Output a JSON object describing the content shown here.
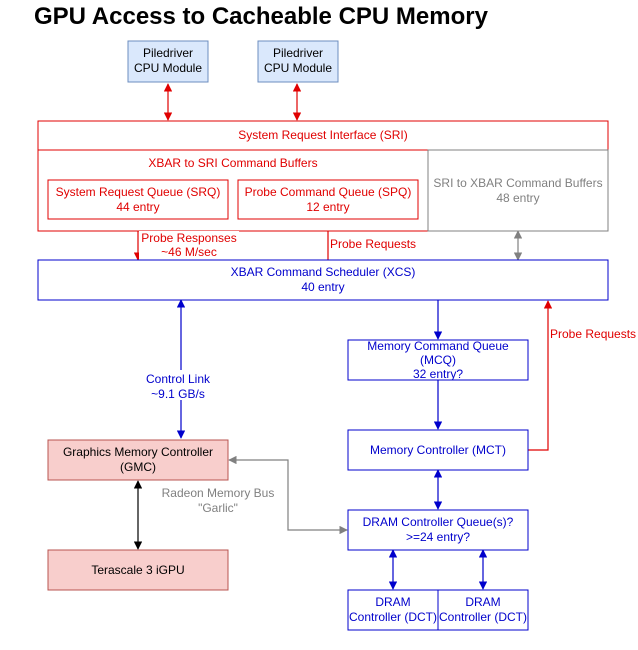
{
  "title": "GPU Access to Cacheable CPU Memory",
  "colors": {
    "red": "#e00000",
    "blue": "#0000cc",
    "gray": "#808080",
    "cpu_fill": "#dae8fc",
    "cpu_stroke": "#6c8ebf",
    "gpu_fill": "#f8cecc",
    "gpu_stroke": "#b85450"
  },
  "nodes": {
    "cpu1": [
      "Piledriver",
      "CPU Module"
    ],
    "cpu2": [
      "Piledriver",
      "CPU Module"
    ],
    "sri": [
      "System Request Interface (SRI)"
    ],
    "xbar_to_sri": [
      "XBAR to SRI Command Buffers"
    ],
    "srq": [
      "System Request Queue (SRQ)",
      "44 entry"
    ],
    "spq": [
      "Probe Command Queue (SPQ)",
      "12 entry"
    ],
    "sri_to_xbar": [
      "SRI to XBAR Command Buffers",
      "48 entry"
    ],
    "xcs": [
      "XBAR Command Scheduler (XCS)",
      "40 entry"
    ],
    "mcq": [
      "Memory Command Queue",
      "(MCQ)",
      "32 entry?"
    ],
    "mct": [
      "Memory Controller (MCT)"
    ],
    "dram_queue": [
      "DRAM Controller Queue(s)?",
      ">=24 entry?"
    ],
    "dct1": [
      "DRAM",
      "Controller (DCT)"
    ],
    "dct2": [
      "DRAM",
      "Controller (DCT)"
    ],
    "gmc": [
      "Graphics Memory Controller",
      "(GMC)"
    ],
    "igpu": [
      "Terascale 3 iGPU"
    ]
  },
  "edge_labels": {
    "probe_responses": [
      "Probe Responses",
      "~46 M/sec"
    ],
    "probe_requests_1": [
      "Probe Requests"
    ],
    "probe_requests_2": [
      "Probe Requests"
    ],
    "control_link": [
      "Control Link",
      "~9.1 GB/s"
    ],
    "garlic": [
      "Radeon Memory Bus",
      "\"Garlic\""
    ]
  }
}
